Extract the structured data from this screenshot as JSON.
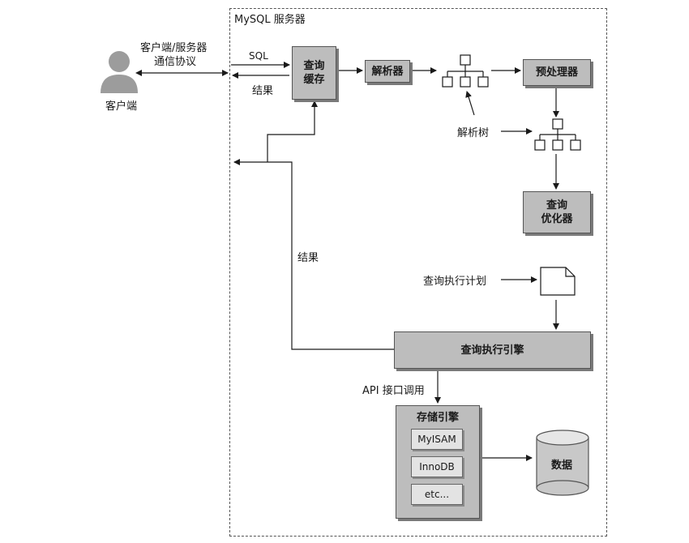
{
  "server": {
    "title": "MySQL 服务器"
  },
  "client": {
    "label": "客户端",
    "protocol_line1": "客户端/服务器",
    "protocol_line2": "通信协议"
  },
  "labels": {
    "sql": "SQL",
    "result_top": "结果",
    "result_left": "结果",
    "parse_tree": "解析树",
    "exec_plan": "查询执行计划",
    "api": "API 接口调用"
  },
  "boxes": {
    "query_cache_line1": "查询",
    "query_cache_line2": "缓存",
    "parser": "解析器",
    "preprocessor": "预处理器",
    "optimizer_line1": "查询",
    "optimizer_line2": "优化器",
    "execution_engine": "查询执行引擎",
    "storage_engines": "存储引擎",
    "engines": [
      "MyISAM",
      "InnoDB",
      "etc..."
    ],
    "data": "数据"
  }
}
